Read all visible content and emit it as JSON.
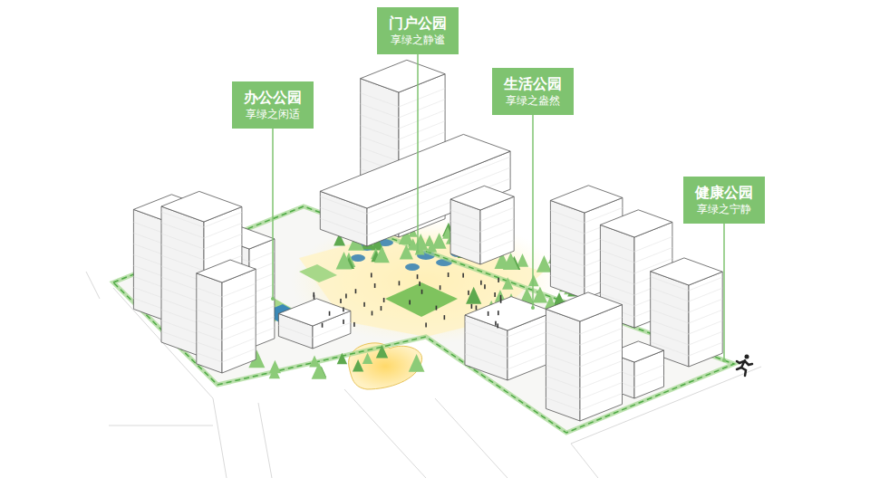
{
  "diagram": {
    "nodes": [
      {
        "text": [
          "办公公园",
          "享绿之闲适"
        ]
      },
      {
        "text": [
          "门户公园",
          "享绿之静谧"
        ]
      },
      {
        "text": [
          "生活公园",
          "享绿之盎然"
        ]
      },
      {
        "text": [
          "健康公园",
          "享绿之宁静"
        ]
      }
    ]
  }
}
